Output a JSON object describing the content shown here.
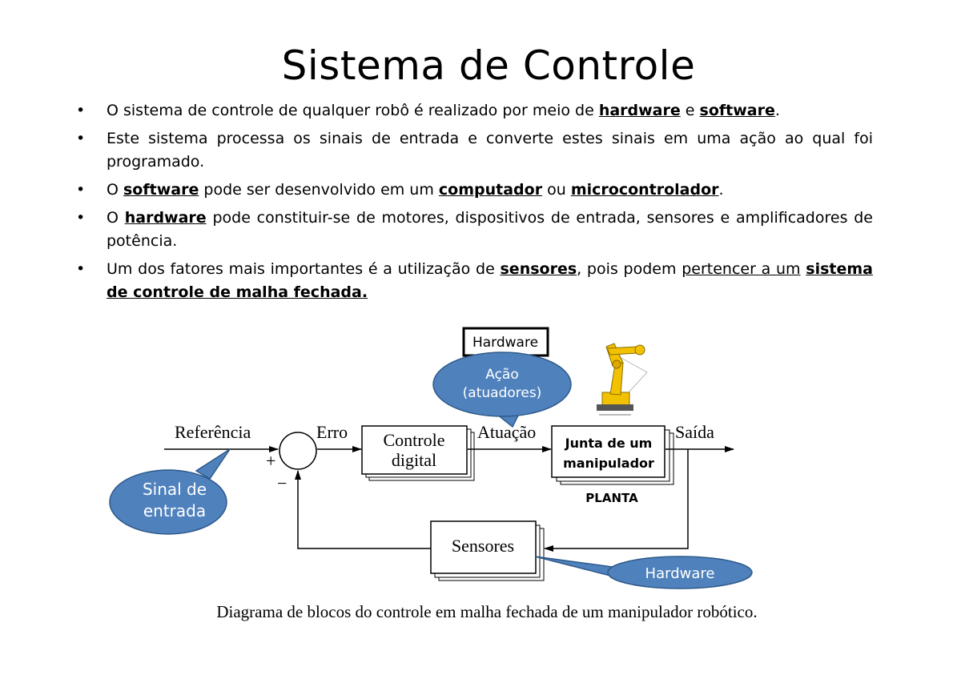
{
  "title": "Sistema de Controle",
  "bullets": [
    {
      "parts": [
        {
          "t": "O sistema de controle de qualquer robô é realizado por meio de ",
          "s": ""
        },
        {
          "t": "hardware",
          "s": "b"
        },
        {
          "t": " e ",
          "s": ""
        },
        {
          "t": "software",
          "s": "b"
        },
        {
          "t": ".",
          "s": ""
        }
      ]
    },
    {
      "parts": [
        {
          "t": "Este sistema processa os sinais de entrada e converte estes sinais em uma ação ao qual foi programado.",
          "s": ""
        }
      ]
    },
    {
      "parts": [
        {
          "t": "O ",
          "s": ""
        },
        {
          "t": "software",
          "s": "b"
        },
        {
          "t": " pode ser desenvolvido em um ",
          "s": ""
        },
        {
          "t": "computador",
          "s": "b"
        },
        {
          "t": " ou ",
          "s": ""
        },
        {
          "t": "microcontrolador",
          "s": "b"
        },
        {
          "t": ".",
          "s": ""
        }
      ]
    },
    {
      "parts": [
        {
          "t": "O ",
          "s": ""
        },
        {
          "t": "hardware",
          "s": "b"
        },
        {
          "t": " pode constituir-se de motores, dispositivos de entrada, sensores e amplificadores de potência.",
          "s": ""
        }
      ]
    },
    {
      "parts": [
        {
          "t": "Um dos fatores mais importantes é a utilização de ",
          "s": ""
        },
        {
          "t": "sensores",
          "s": "b"
        },
        {
          "t": ", pois podem ",
          "s": ""
        },
        {
          "t": "pertencer a um",
          "s": "u"
        },
        {
          "t": " ",
          "s": ""
        },
        {
          "t": "sistema de controle de malha fechada.",
          "s": "b"
        }
      ]
    }
  ],
  "diagram": {
    "hardware_box": "Hardware",
    "acao_bubble": [
      "Ação",
      "(atuadores)"
    ],
    "referencia": "Referência",
    "erro": "Erro",
    "atuacao": "Atuação",
    "saida": "Saída",
    "plus": "+",
    "minus": "−",
    "controle_block": [
      "Controle",
      "digital"
    ],
    "junta_block": [
      "Junta de um",
      "manipulador"
    ],
    "planta": "PLANTA",
    "sinal_bubble": [
      "Sinal de",
      "entrada"
    ],
    "sensores_block": "Sensores",
    "hardware_bubble": "Hardware",
    "caption": "Diagrama de blocos do controle em malha fechada de um manipulador robótico.",
    "colors": {
      "bubble": "#4F81BD",
      "bubble_stroke": "#2E5A8A",
      "robot": "#F2C200"
    }
  }
}
